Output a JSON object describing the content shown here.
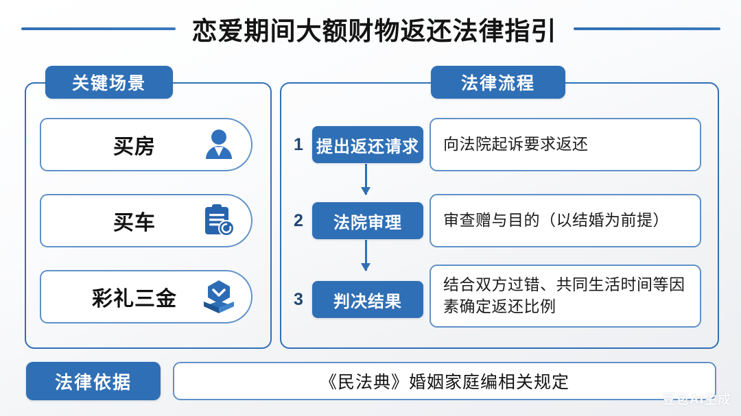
{
  "title": "恋爱期间大额财物返还法律指引",
  "colors": {
    "accent": "#2f6fb5",
    "border": "#5e90c8",
    "number": "#23456f",
    "text": "#141414",
    "panel_bg": "#ffffff"
  },
  "left_panel": {
    "header": "关键场景",
    "items": [
      {
        "label": "买房",
        "icon": "person-icon"
      },
      {
        "label": "买车",
        "icon": "clipboard-search-icon"
      },
      {
        "label": "彩礼三金",
        "icon": "gift-box-icon"
      }
    ]
  },
  "right_panel": {
    "header": "法律流程",
    "steps": [
      {
        "number": "1",
        "stage": "提出返还请求",
        "description": "向法院起诉要求返还"
      },
      {
        "number": "2",
        "stage": "法院审理",
        "description": "审查赠与目的（以结婚为前提）"
      },
      {
        "number": "3",
        "stage": "判决结果",
        "description": "结合双方过错、共同生活时间等因素确定返还比例"
      }
    ]
  },
  "footer": {
    "label": "法律依据",
    "content": "《民法典》婚姻家庭编相关规定"
  },
  "watermark": "豆包AI生成"
}
